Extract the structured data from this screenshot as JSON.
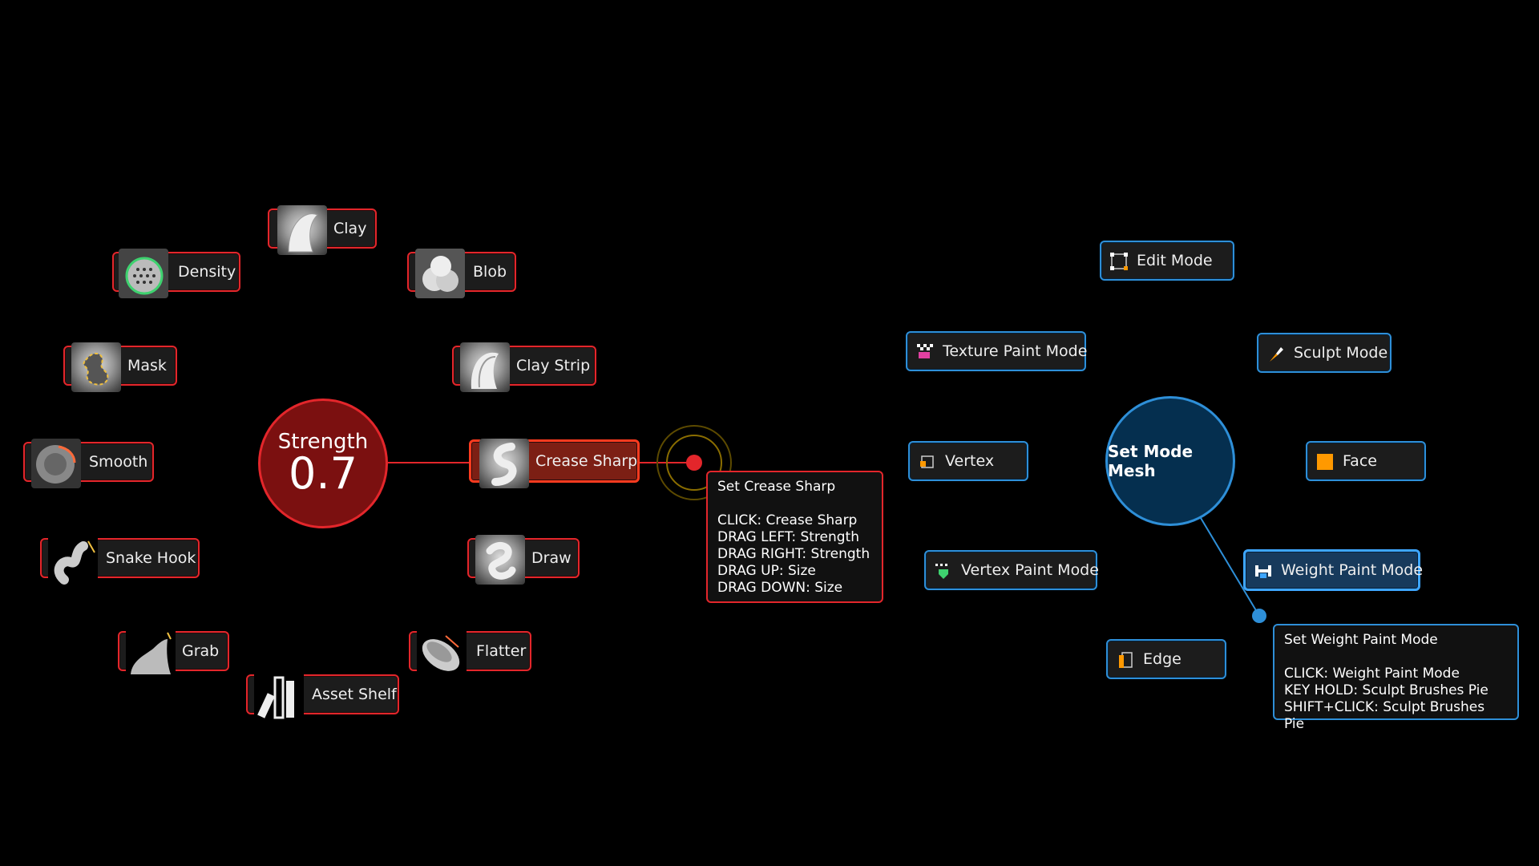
{
  "brush_pie": {
    "center": {
      "title": "Strength",
      "value": "0.7"
    },
    "items": {
      "clay": "Clay",
      "density": "Density",
      "blob": "Blob",
      "mask": "Mask",
      "clay_strip": "Clay Strip",
      "smooth": "Smooth",
      "crease_sharp": "Crease Sharp",
      "snake_hook": "Snake Hook",
      "draw": "Draw",
      "grab": "Grab",
      "flatter": "Flatter",
      "asset_shelf": "Asset Shelf"
    },
    "active_item": "Crease Sharp",
    "tooltip": {
      "title": "Set Crease Sharp",
      "lines": [
        "CLICK: Crease Sharp",
        "DRAG LEFT: Strength",
        "DRAG RIGHT: Strength",
        "DRAG UP: Size",
        "DRAG DOWN: Size"
      ]
    },
    "accent": "#e3262b"
  },
  "mode_pie": {
    "center": {
      "title": "Set Mode Mesh"
    },
    "items": {
      "edit_mode": "Edit Mode",
      "texture_paint_mode": "Texture Paint Mode",
      "sculpt_mode": "Sculpt Mode",
      "vertex": "Vertex",
      "face": "Face",
      "vertex_paint_mode": "Vertex Paint Mode",
      "weight_paint_mode": "Weight Paint Mode",
      "edge": "Edge"
    },
    "active_item": "Weight Paint Mode",
    "tooltip": {
      "title": "Set Weight Paint Mode",
      "lines": [
        "CLICK: Weight Paint Mode",
        "KEY HOLD: Sculpt Brushes Pie",
        "SHIFT+CLICK: Sculpt Brushes Pie"
      ]
    },
    "accent": "#2e8fd8"
  }
}
